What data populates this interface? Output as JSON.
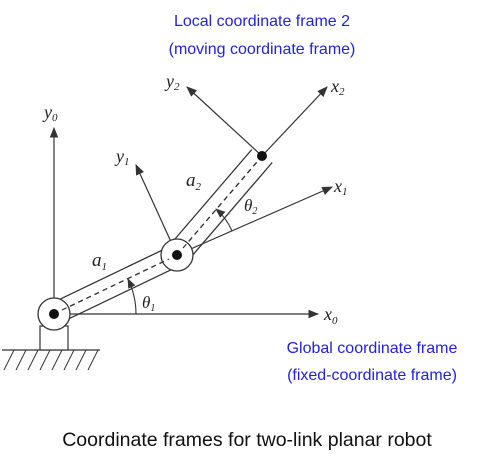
{
  "local_frame_label": {
    "line1": "Local coordinate frame 2",
    "line2": "(moving coordinate frame)"
  },
  "global_frame_label": {
    "line1": "Global coordinate frame",
    "line2": "(fixed-coordinate frame)"
  },
  "caption": "Coordinate frames for two-link planar robot",
  "axes": {
    "x0": {
      "base": "x",
      "sub": "0"
    },
    "y0": {
      "base": "y",
      "sub": "0"
    },
    "x1": {
      "base": "x",
      "sub": "1"
    },
    "y1": {
      "base": "y",
      "sub": "1"
    },
    "x2": {
      "base": "x",
      "sub": "2"
    },
    "y2": {
      "base": "y",
      "sub": "2"
    }
  },
  "links": {
    "a1": {
      "base": "a",
      "sub": "1"
    },
    "a2": {
      "base": "a",
      "sub": "2"
    }
  },
  "angles": {
    "theta1": {
      "base": "θ",
      "sub": "1"
    },
    "theta2": {
      "base": "θ",
      "sub": "2"
    }
  },
  "colors": {
    "label_blue": "#2222e0",
    "line": "#333333"
  }
}
